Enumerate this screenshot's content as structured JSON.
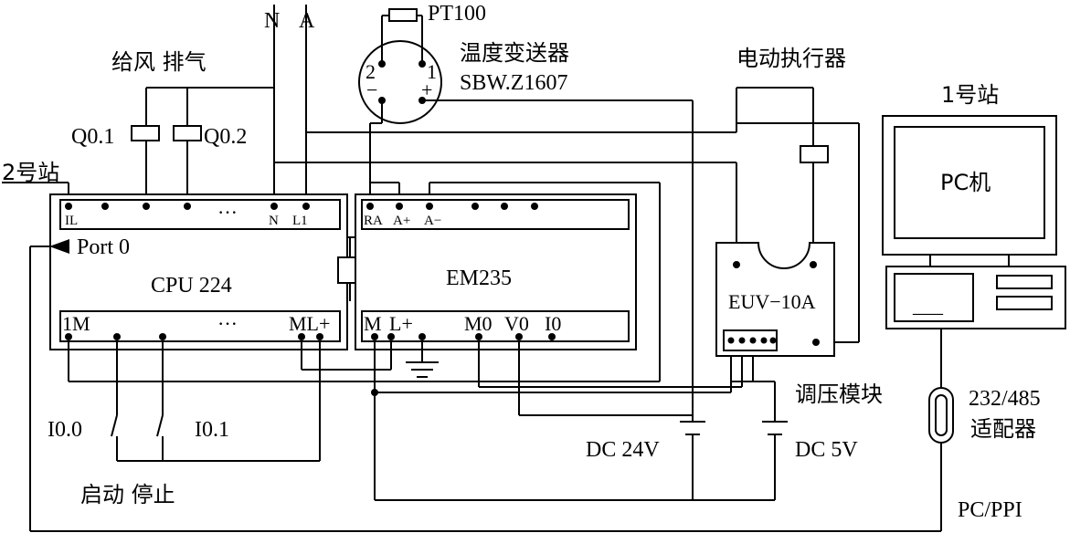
{
  "labels": {
    "n": "N",
    "a": "A",
    "sensor_pt100": "PT100",
    "transmitter_name": "温度变送器",
    "transmitter_model": "SBW.Z1607",
    "transmitter_pin2": "2",
    "transmitter_pin1": "1",
    "transmitter_minus": "−",
    "transmitter_plus": "+",
    "actuator": "电动执行器",
    "station1": "1号站",
    "station2": "2号站",
    "fan_exhaust": "给风 排气",
    "q01": "Q0.1",
    "q02": "Q0.2",
    "pc": "PC机",
    "pc_screen": "___",
    "cpu_top_il": "IL",
    "cpu_top_ellipsis": "···",
    "cpu_top_n": "N",
    "cpu_top_l1": "L1",
    "port0": "Port  0",
    "cpu_name": "CPU 224",
    "cpu_bot_1m": "1M",
    "cpu_bot_ellipsis": "···",
    "cpu_bot_ml": "ML+",
    "em_top_ra": "RA",
    "em_top_a_plus": "A+",
    "em_top_a_minus": "A−",
    "em_name": "EM235",
    "em_bot_m": "M",
    "em_bot_lplus": "L+",
    "em_bot_m0": "M0",
    "em_bot_v0": "V0",
    "em_bot_i0": "I0",
    "euv": "EUV−10A",
    "voltage_module": "调压模块",
    "adapter_line1": "232/485",
    "adapter_line2": "适配器",
    "dc24": "DC 24V",
    "dc5": "DC 5V",
    "i00": "I0.0",
    "i01": "I0.1",
    "start_stop": "启动  停止",
    "pcppi": "PC/PPI"
  }
}
